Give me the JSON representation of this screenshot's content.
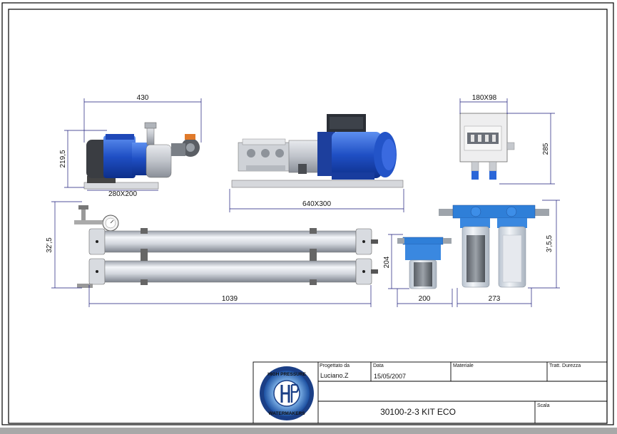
{
  "dimensions": {
    "pump_small_width": "430",
    "pump_small_height": "219,5",
    "pump_small_base": "280X200",
    "pump_large_base": "640X300",
    "panel_width": "180X98",
    "panel_height": "285",
    "membranes_height": "32',5",
    "membranes_length": "1039",
    "filter_single_height": "204",
    "filter_single_width": "200",
    "filter_double_height": "3',5,5",
    "filter_double_width": "273"
  },
  "title_block": {
    "designer_label": "Progettato da",
    "designer_value": "Luciano.Z",
    "date_label": "Data",
    "date_value": "15/05/2007",
    "material_label": "Materiale",
    "treatment_label": "Tratt. Durezza",
    "scale_label": "Scala",
    "drawing_number": "30100-2-3 KIT ECO",
    "logo_top_text": "HIGH PRESSURE",
    "logo_bottom_text": "WATERMAKERS",
    "logo_monogram": "HP"
  },
  "colors": {
    "sheet": "#ffffff",
    "frame": "#000000",
    "dimension": "#1a1a7a",
    "motor_blue": "#2a5fd6",
    "steel": "#c9ccd2",
    "filter_blue": "#2f7fd8"
  }
}
